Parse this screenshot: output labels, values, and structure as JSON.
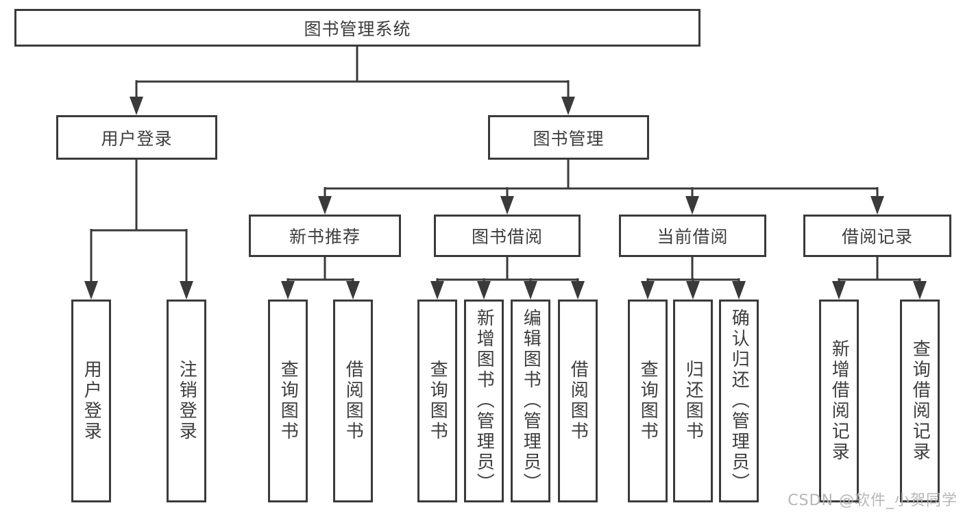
{
  "tree": {
    "root": {
      "label": "图书管理系统",
      "children": [
        {
          "label": "用户登录",
          "children": [
            {
              "label": "用户登录"
            },
            {
              "label": "注销登录"
            }
          ]
        },
        {
          "label": "图书管理",
          "children": [
            {
              "label": "新书推荐",
              "children": [
                {
                  "label": "查询图书"
                },
                {
                  "label": "借阅图书"
                }
              ]
            },
            {
              "label": "图书借阅",
              "children": [
                {
                  "label": "查询图书"
                },
                {
                  "label": "新增图书（管理员）"
                },
                {
                  "label": "编辑图书（管理员）"
                },
                {
                  "label": "借阅图书"
                }
              ]
            },
            {
              "label": "当前借阅",
              "children": [
                {
                  "label": "查询图书"
                },
                {
                  "label": "归还图书"
                },
                {
                  "label": "确认归还（管理员）"
                }
              ]
            },
            {
              "label": "借阅记录",
              "children": [
                {
                  "label": "新增借阅记录"
                },
                {
                  "label": "查询借阅记录"
                }
              ]
            }
          ]
        }
      ]
    }
  },
  "watermark": {
    "text": "CSDN @软件_小贺同学"
  },
  "colors": {
    "line": "#3a3a3a",
    "box_border": "#3a3a3a",
    "text": "#3d3d3d",
    "watermark": "#b2b2b2",
    "background": "#ffffff"
  }
}
